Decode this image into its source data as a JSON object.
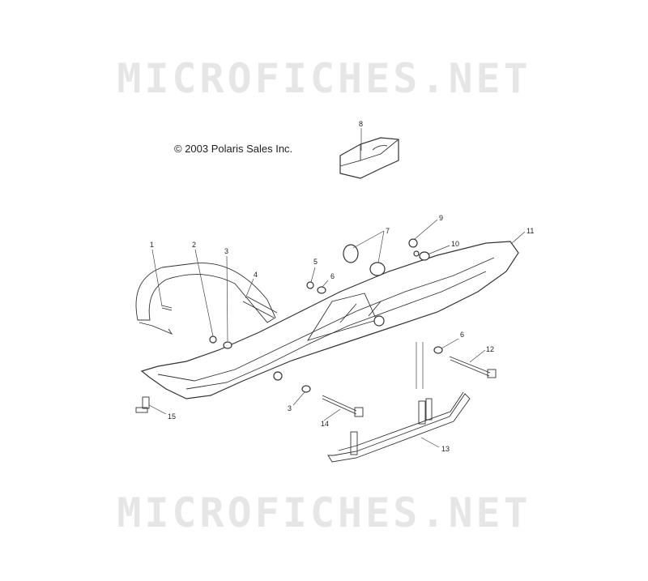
{
  "watermarks": {
    "top": "MICROFICHES.NET",
    "bottom": "MICROFICHES.NET"
  },
  "copyright": "© 2003 Polaris Sales Inc.",
  "callouts": [
    "1",
    "2",
    "3",
    "4",
    "5",
    "6",
    "7",
    "8",
    "9",
    "10",
    "11",
    "12",
    "3",
    "14",
    "13",
    "15",
    "6"
  ],
  "colors": {
    "line": "#333333",
    "watermark": "#e6e6e6"
  }
}
